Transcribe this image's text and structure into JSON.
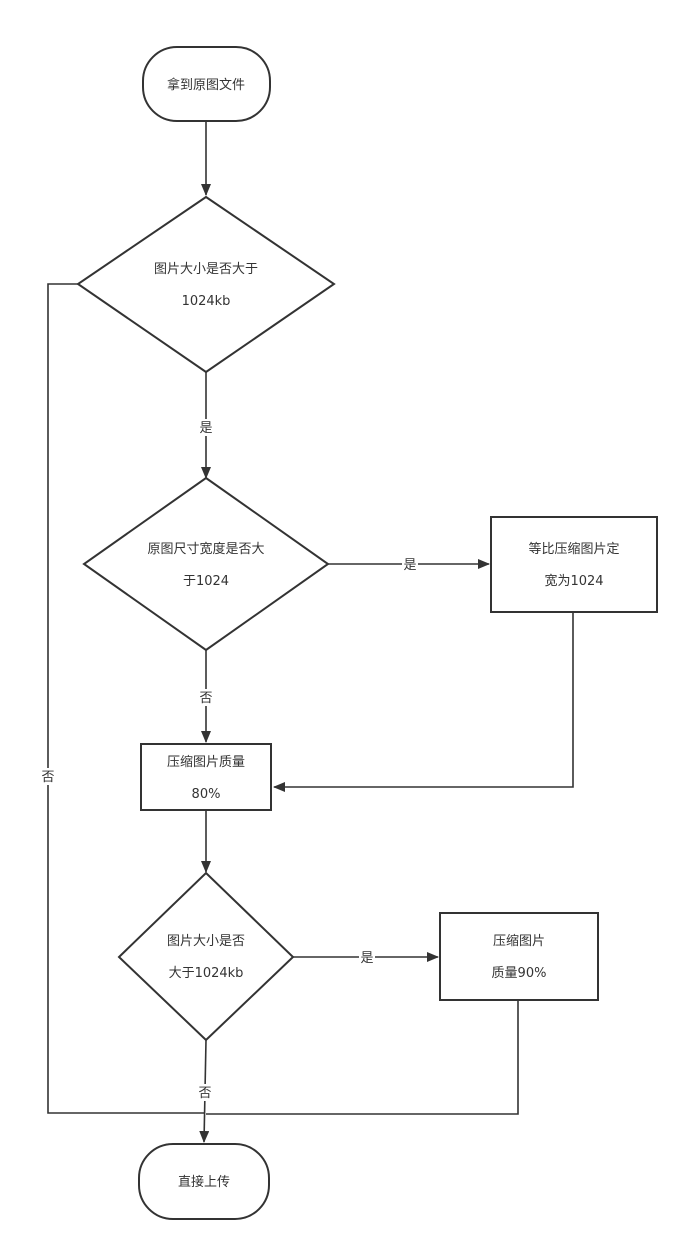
{
  "diagram": {
    "nodes": {
      "start": {
        "line1": "拿到原图文件",
        "line2": ""
      },
      "check_size": {
        "line1": "图片大小是否大于",
        "line2": "1024kb"
      },
      "check_width": {
        "line1": "原图尺寸宽度是否大",
        "line2": "于1024"
      },
      "scale_width": {
        "line1": "等比压缩图片定",
        "line2": "宽为1024"
      },
      "compress_80": {
        "line1": "压缩图片质量",
        "line2": "80%"
      },
      "check_size_again": {
        "line1": "图片大小是否",
        "line2": "大于1024kb"
      },
      "compress_90": {
        "line1": "压缩图片",
        "line2": "质量90%"
      },
      "upload": {
        "line1": "直接上传",
        "line2": ""
      }
    },
    "edge_labels": {
      "size_yes": "是",
      "size_no": "否",
      "width_yes": "是",
      "width_no": "否",
      "size_again_yes": "是",
      "size_again_no": "否"
    }
  }
}
